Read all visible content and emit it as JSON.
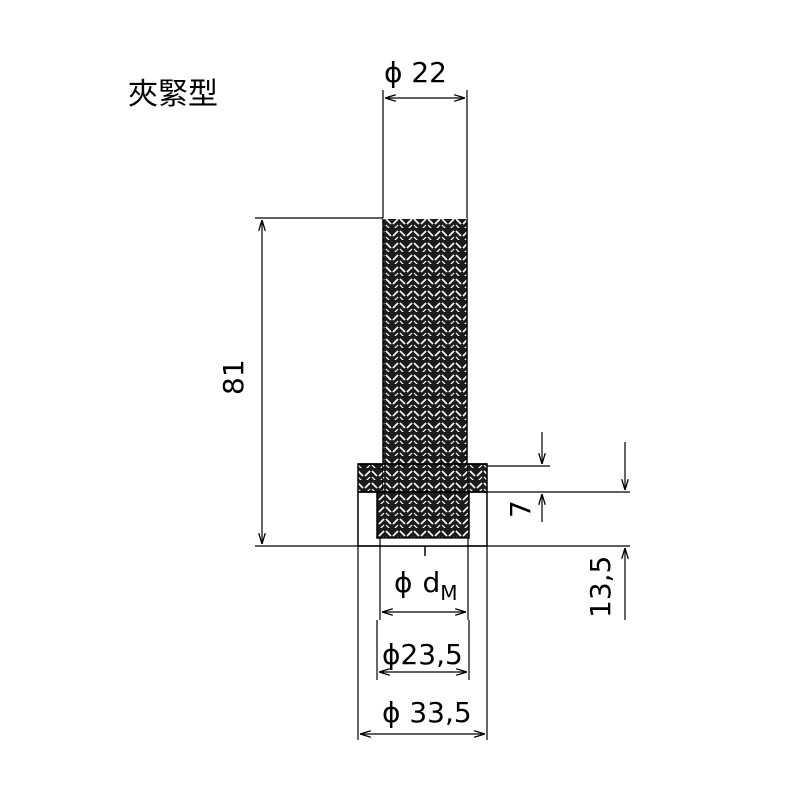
{
  "title": "夾緊型",
  "dimensions": {
    "top_diameter": "ϕ 22",
    "height_total": "81",
    "step_height": "7",
    "bore_depth": "13,5",
    "bore_diameter_symbol": "ϕ",
    "bore_diameter_d": "d",
    "bore_diameter_sub": "M",
    "mid_diameter": "ϕ23,5",
    "outer_diameter": "ϕ 33,5"
  },
  "colors": {
    "line": "#000000",
    "hatch_bg": "#1a1a1a",
    "hatch_mark": "#ffffff",
    "background": "#ffffff"
  }
}
